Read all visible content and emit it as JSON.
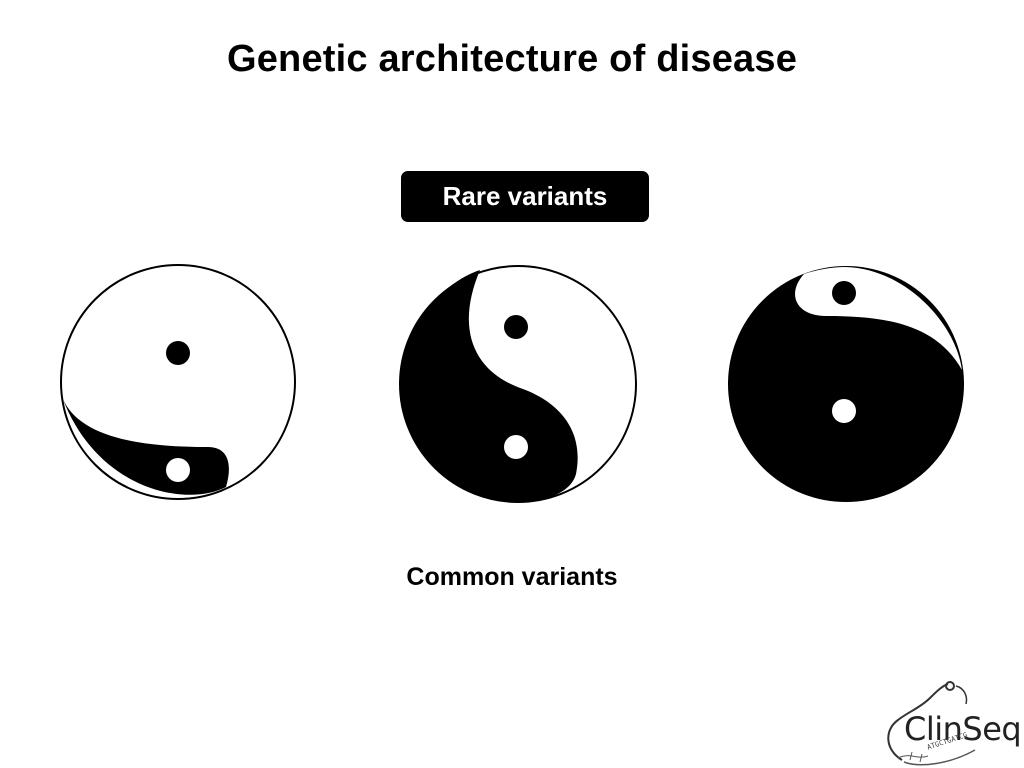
{
  "slide": {
    "title": "Genetic architecture of disease",
    "rare_label": "Rare variants",
    "common_label": "Common variants"
  },
  "logo": {
    "brand": "ClinSeq",
    "sequence": "ATGCTGATCG"
  },
  "diagrams": [
    {
      "name": "mostly-common",
      "description": "yin-yang with small dark portion"
    },
    {
      "name": "balanced",
      "description": "balanced yin-yang"
    },
    {
      "name": "mostly-rare",
      "description": "yin-yang with large dark portion"
    }
  ],
  "colors": {
    "dark": "#000000",
    "light": "#ffffff",
    "label_bg": "#000000",
    "label_text": "#ffffff"
  }
}
